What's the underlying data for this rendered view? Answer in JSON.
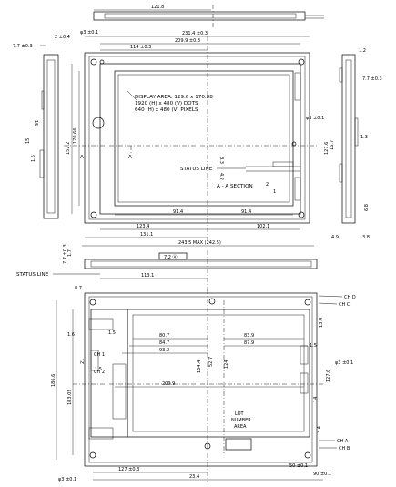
{
  "top_view": {
    "dims": {
      "d_121_8": "121.8",
      "d_231_4": "231.4 ±0.3",
      "d_209_9": "209.9 ±0.3",
      "d_114": "114 ±0.3",
      "d_123_4": "123.4",
      "d_91_4a": "91.4",
      "d_91_4b": "91.4",
      "d_102_1": "102.1",
      "d_131_1": "131.1",
      "d_243_5": "243.5 MAX (242.5)",
      "d_7_7": "7.7 ±0.3",
      "d_2_4": "2 ±0.4",
      "d_phi3_top": "φ3 ±0.1",
      "d_phi3_mid": "φ3 ±0.1",
      "d_152_2": "152.2",
      "d_170_66": "170.66",
      "d_15a": "15",
      "d_15b": "15",
      "d_1_5": "1.5",
      "d_8_3": "8.3",
      "d_4_2": "4.2",
      "d_2": "2",
      "d_1": "1"
    },
    "display_area": [
      "DISPLAY AREA: 129.6 x 170.88",
      "1920 (H) x 480 (V) DOTS",
      "640 (H) x 480 (V) PIXELS"
    ],
    "status_line_label": "STATUS LINE",
    "section_label": "A - A SECTION",
    "a_left": "A",
    "a_mid": "A"
  },
  "right_view": {
    "d_1_2": "1.2",
    "d_7_7": "7.7 ±0.3",
    "d_127_6": "127.6",
    "d_16_7": "16.7",
    "d_1_3": "1.3",
    "d_6_8": "6.8",
    "d_4_9": "4.9",
    "d_3_8": "3.8"
  },
  "side_view": {
    "d_7_7": "7.7 ±0.3",
    "d_1_7": "1.7",
    "d_113_1": "113.1",
    "d_8_7": "8.7",
    "status_line_label": "STATUS LINE",
    "box_label": "7.2 Ⓐ"
  },
  "bottom_view": {
    "d_80_7": "80.7",
    "d_84_7": "84.7",
    "d_93_2": "93.2",
    "d_209_9": "209.9",
    "d_83_9": "83.9",
    "d_87_9": "87.9",
    "d_1_5a": "1.5",
    "d_1_5b": "1.5",
    "d_1_5c": "1.5",
    "d_1_6": "1.6",
    "d_186_6": "186.6",
    "d_183_02": "183.02",
    "d_164_4": "164.4",
    "d_52_7": "52.7",
    "d_124": "124",
    "d_13_4": "13.4",
    "d_14": "14",
    "d_127_6": "127.6",
    "d_3_4": "3.4",
    "d_21": "21",
    "d_phi3_right": "φ3 ±0.1",
    "d_phi3_bottom": "φ3 ±0.1",
    "d_127_0": "127 ±0.3",
    "d_23_4": "23.4",
    "d_50_0": "50 ±0.1",
    "d_90_0": "90 ±0.1",
    "ch_d": "CH D",
    "ch_c": "CH C",
    "ch_a": "CH A",
    "ch_b": "CH B",
    "ch_1": "CH 1",
    "ch_2": "CH 2",
    "lot_label": [
      "LOT",
      "NUMBER",
      "AREA"
    ]
  }
}
